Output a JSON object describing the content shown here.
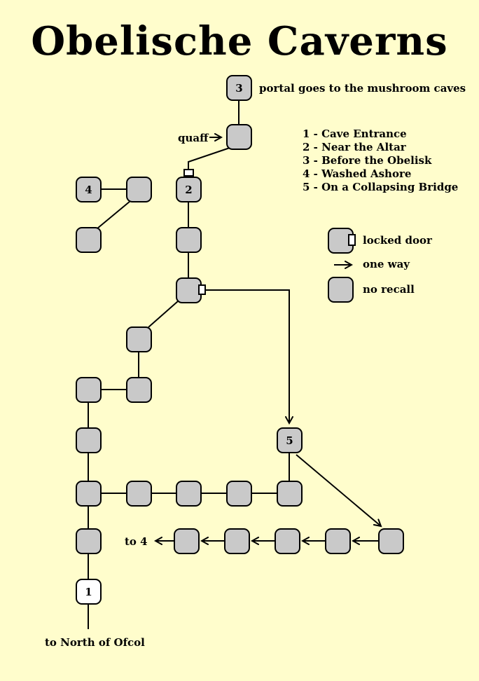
{
  "title": "Obelische Caverns",
  "annotations": {
    "portal_note": "portal goes to the mushroom caves",
    "quaff_label": "quaff",
    "to_4_label": "to 4",
    "south_exit_label": "to North of Ofcol"
  },
  "room_labels": {
    "r1": "1",
    "r2": "2",
    "r3": "3",
    "r4": "4",
    "r5": "5"
  },
  "legend": {
    "entries": [
      "1 - Cave Entrance",
      "2 - Near the Altar",
      "3 - Before the Obelisk",
      "4 - Washed Ashore",
      "5 - On a Collapsing Bridge"
    ],
    "locked_door_label": "locked door",
    "one_way_label": "one way",
    "no_recall_label": "no recall"
  },
  "colors": {
    "background": "#FFFDCC",
    "room_fill": "#C9C9C9",
    "room_border": "#000000",
    "entrance_fill": "#FFFFFF",
    "line": "#000000",
    "text": "#000000"
  }
}
